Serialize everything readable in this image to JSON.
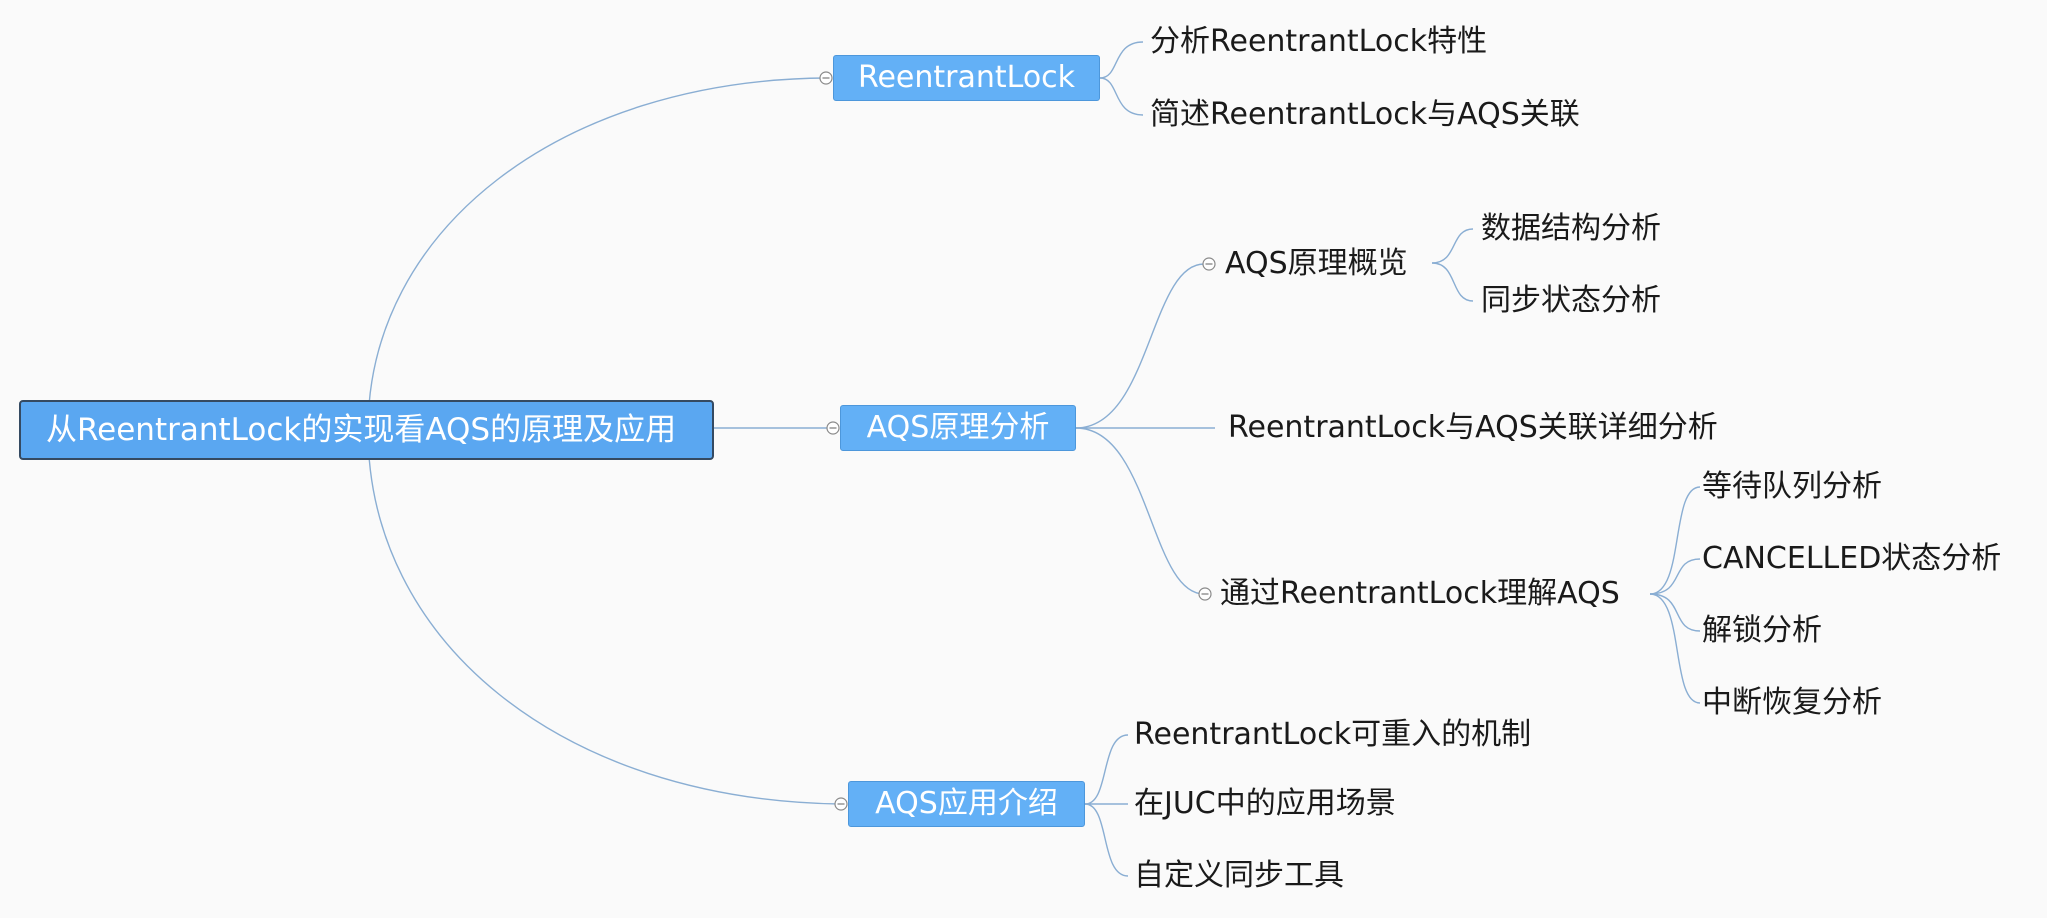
{
  "root": {
    "label": "从ReentrantLock的实现看AQS的原理及应用"
  },
  "branches": [
    {
      "label": "ReentrantLock",
      "children": [
        {
          "label": "分析ReentrantLock特性"
        },
        {
          "label": "简述ReentrantLock与AQS关联"
        }
      ]
    },
    {
      "label": "AQS原理分析",
      "children": [
        {
          "label": "AQS原理概览",
          "children": [
            {
              "label": "数据结构分析"
            },
            {
              "label": "同步状态分析"
            }
          ]
        },
        {
          "label": "ReentrantLock与AQS关联详细分析"
        },
        {
          "label": "通过ReentrantLock理解AQS",
          "children": [
            {
              "label": "等待队列分析"
            },
            {
              "label": "CANCELLED状态分析"
            },
            {
              "label": "解锁分析"
            },
            {
              "label": "中断恢复分析"
            }
          ]
        }
      ]
    },
    {
      "label": "AQS应用介绍",
      "children": [
        {
          "label": "ReentrantLock可重入的机制"
        },
        {
          "label": "在JUC中的应用场景"
        },
        {
          "label": "自定义同步工具"
        }
      ]
    }
  ]
}
